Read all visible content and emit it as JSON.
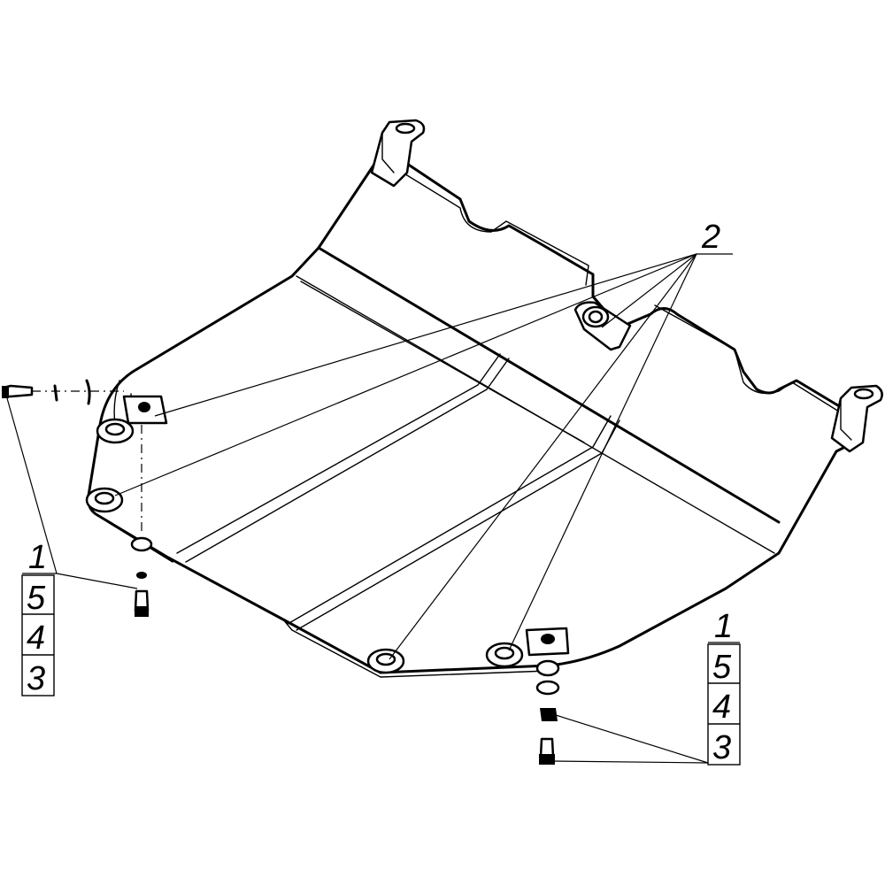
{
  "callouts": {
    "top": "2",
    "left_stack": [
      "1",
      "5",
      "4",
      "3"
    ],
    "right_stack": [
      "1",
      "5",
      "4",
      "3"
    ]
  }
}
